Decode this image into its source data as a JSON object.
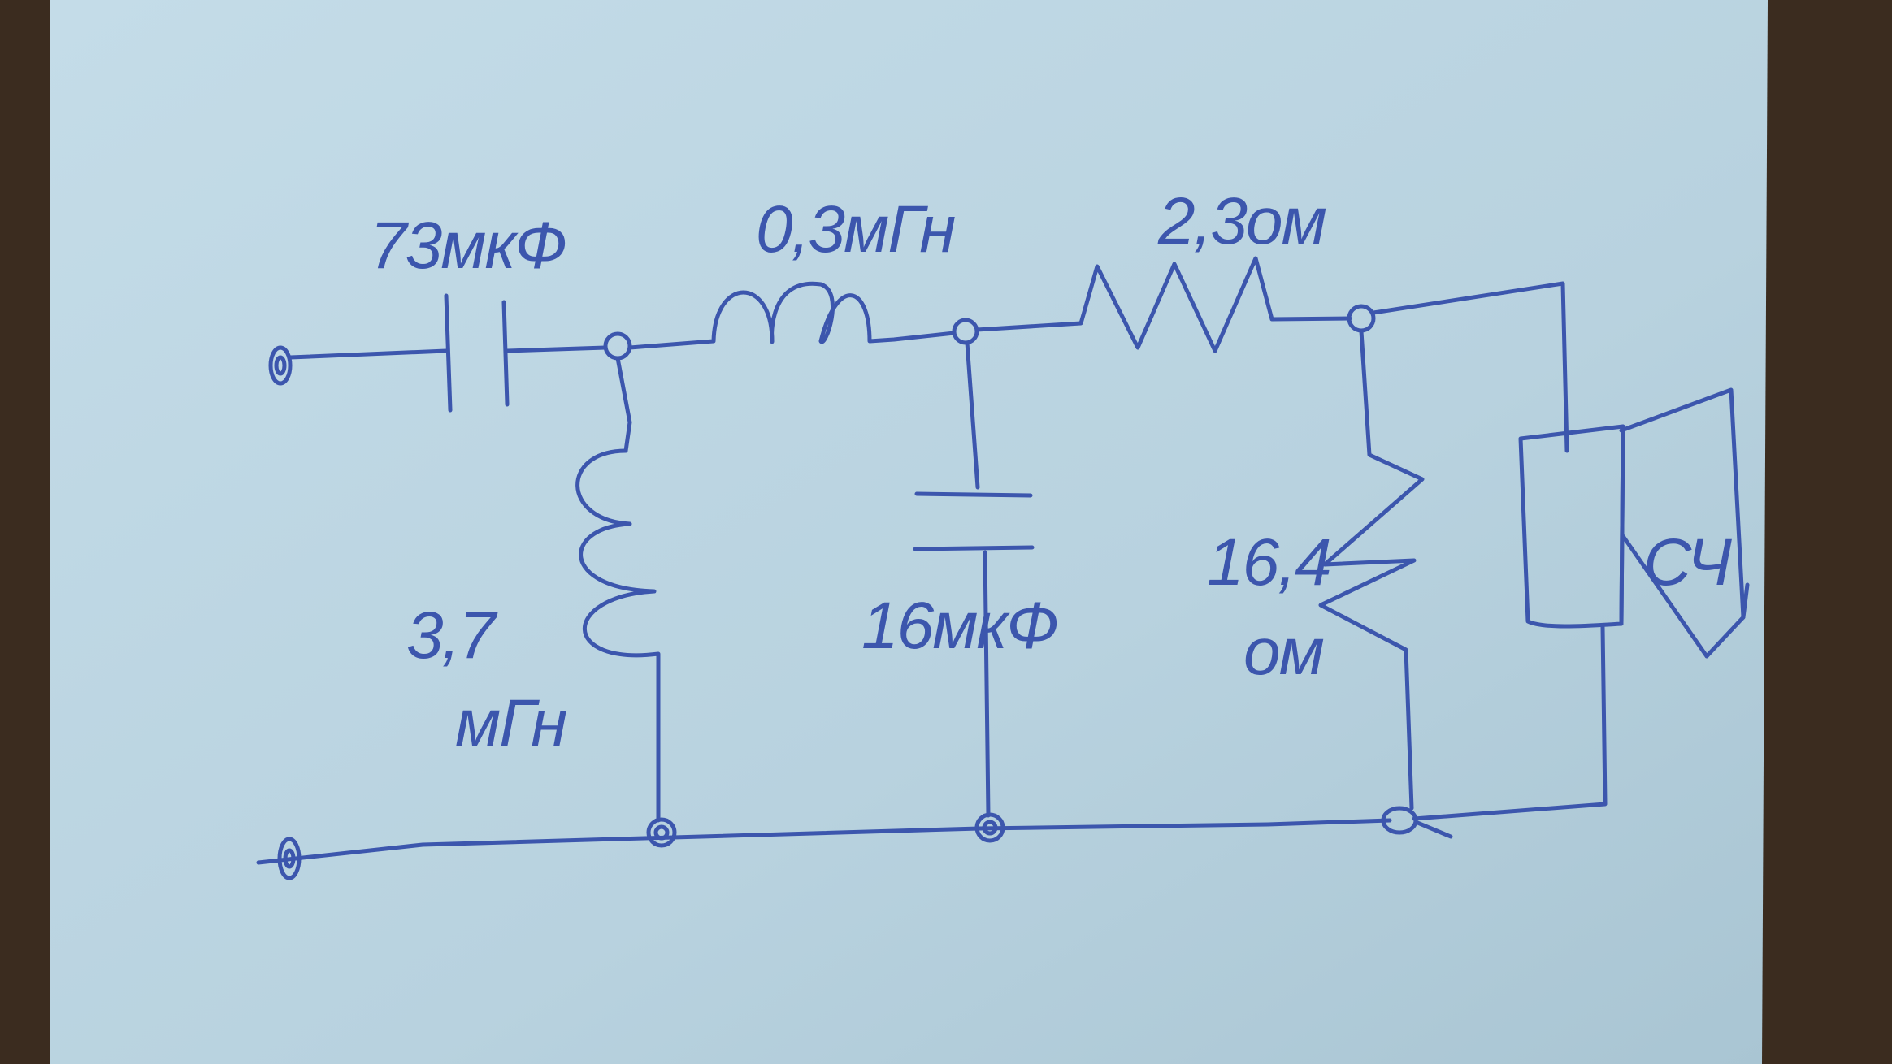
{
  "diagram": {
    "type": "hand-drawn crossover circuit",
    "components": {
      "series_capacitor": {
        "label": "73мкФ"
      },
      "series_inductor": {
        "label": "0,3мГн"
      },
      "series_resistor": {
        "label": "2,3ом"
      },
      "shunt_inductor": {
        "label_value": "3,7",
        "label_unit": "мГн"
      },
      "shunt_capacitor": {
        "label": "16мкФ"
      },
      "shunt_resistor": {
        "label_value": "16,4",
        "label_unit": "ом"
      },
      "speaker": {
        "label": "СЧ"
      }
    }
  },
  "colors": {
    "ink": "#3c56ad",
    "paper": "#bcd5e2",
    "table": "#3b2c1f"
  }
}
